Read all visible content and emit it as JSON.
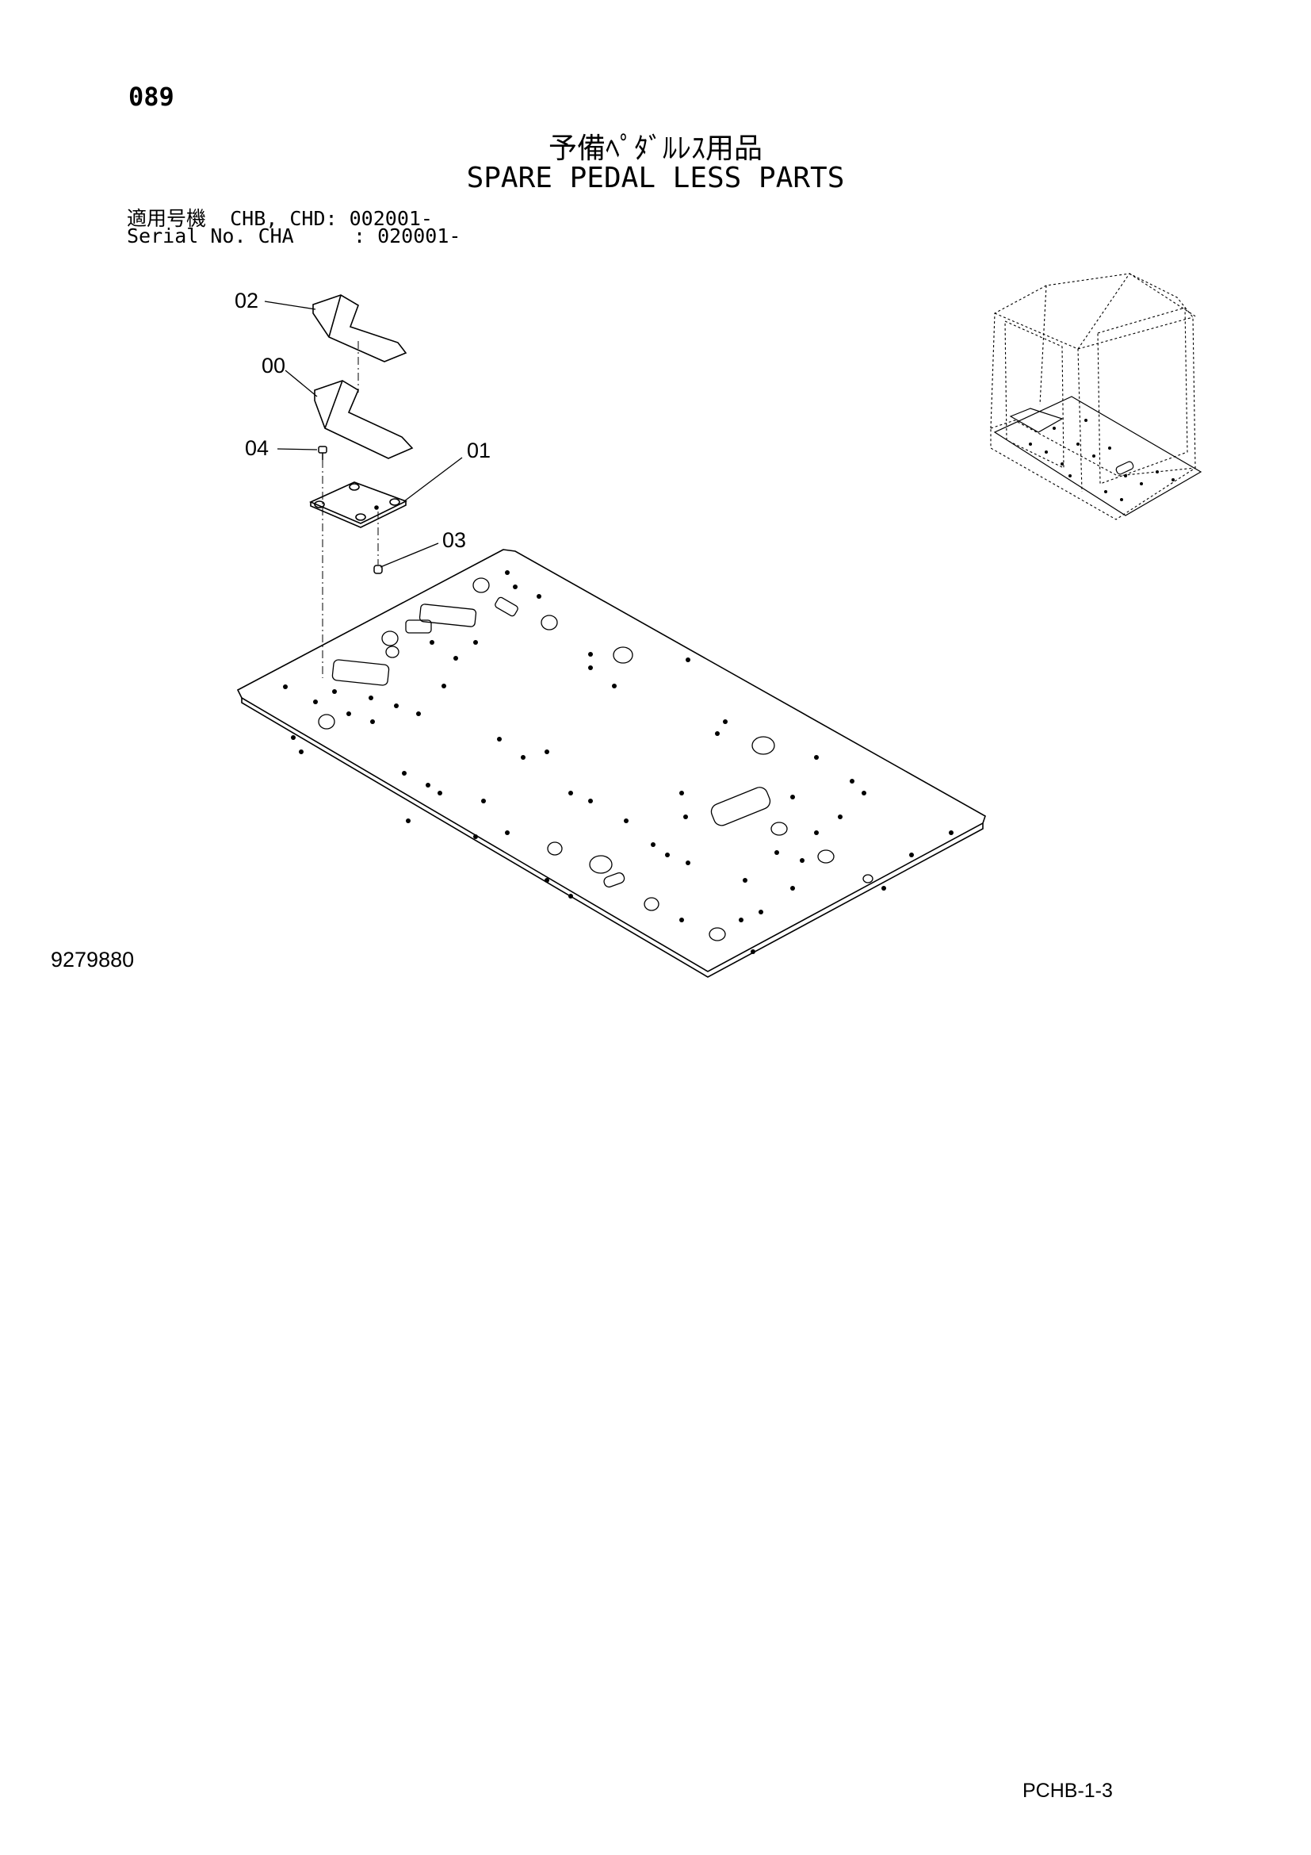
{
  "page": {
    "number": "089",
    "title_jp": "予備ﾍﾟﾀﾞﾙﾚｽ用品",
    "title_en": "SPARE PEDAL LESS PARTS",
    "applicability_line1": "適用号機  CHB, CHD: 002001-",
    "applicability_line2": "Serial No. CHA     : 020001-",
    "drawing_number": "9279880",
    "footer_code": "PCHB-1-3"
  },
  "diagram": {
    "callouts": [
      {
        "label": "02"
      },
      {
        "label": "00"
      },
      {
        "label": "04"
      },
      {
        "label": "01"
      },
      {
        "label": "03"
      }
    ]
  }
}
